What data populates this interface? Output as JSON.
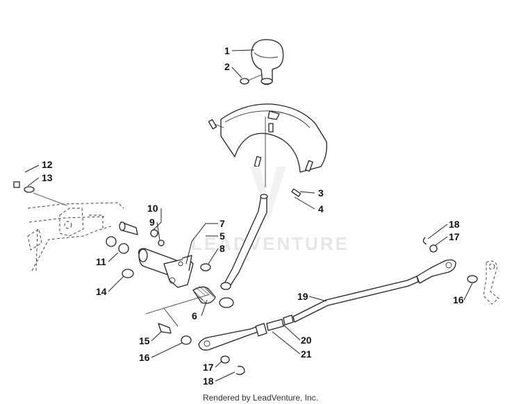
{
  "watermark": "LEADVENTURE",
  "footer": "Rendered by LeadVenture, Inc.",
  "callouts": [
    "1",
    "2",
    "3",
    "4",
    "5",
    "6",
    "7",
    "8",
    "9",
    "10",
    "11",
    "12",
    "13",
    "14",
    "15",
    "16",
    "16",
    "17",
    "17",
    "18",
    "18",
    "19",
    "20",
    "21"
  ]
}
